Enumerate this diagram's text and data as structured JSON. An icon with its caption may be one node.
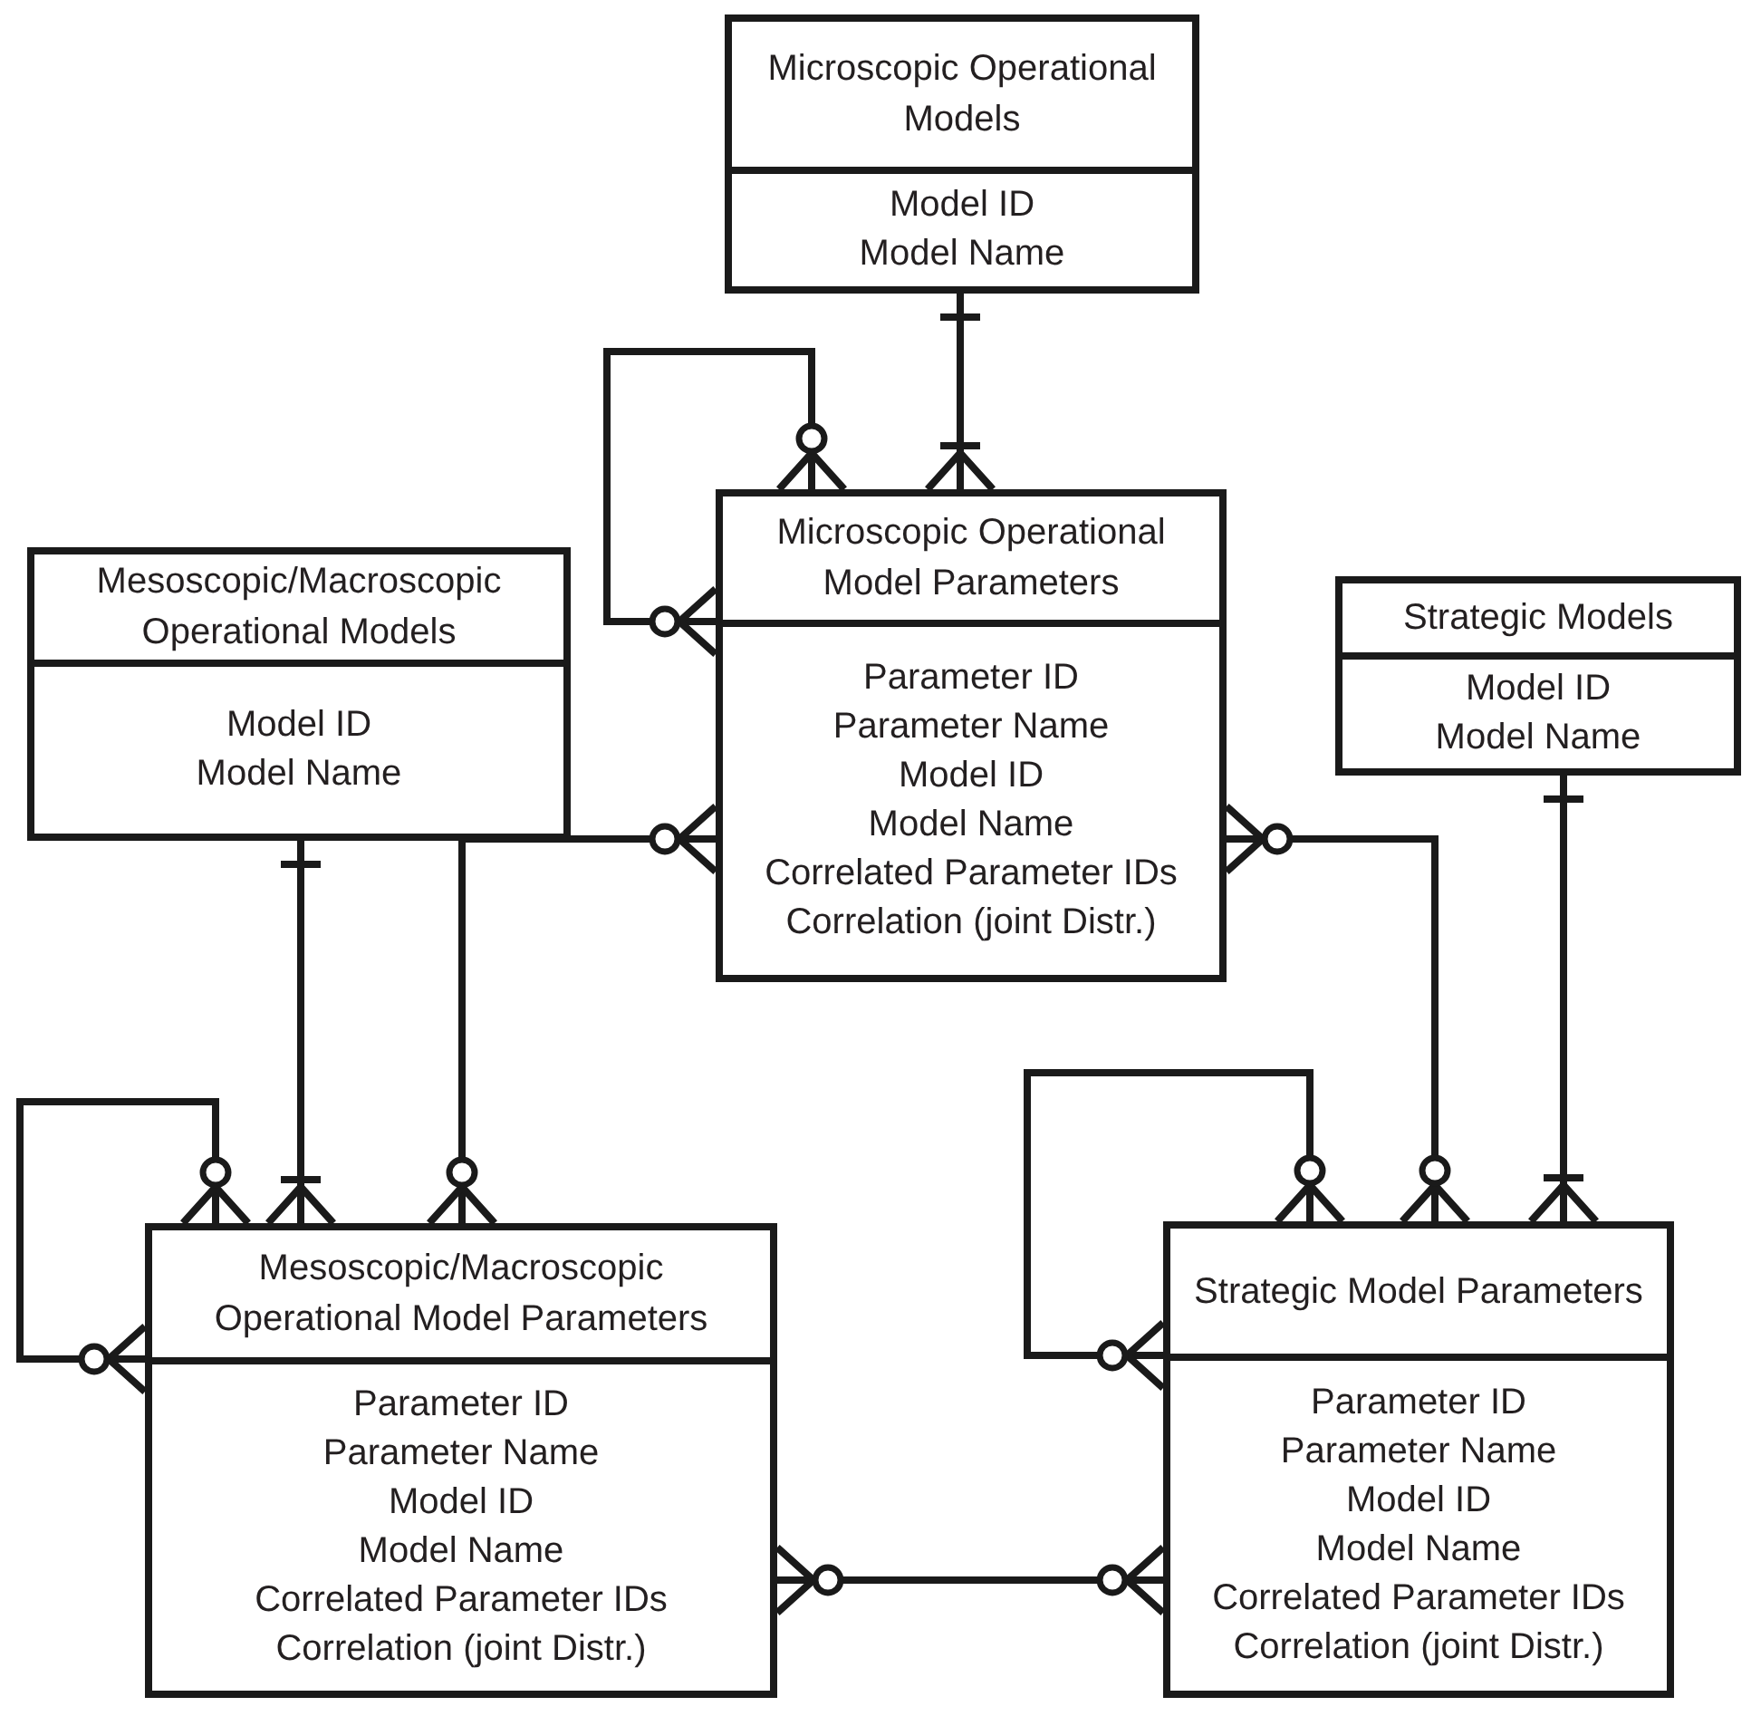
{
  "diagram": {
    "nodes": [
      {
        "text": [
          "Microscopic Operational Models",
          "Model ID",
          "Model Name"
        ]
      },
      {
        "text": [
          "Microscopic Operational Model Parameters",
          "Parameter ID",
          "Parameter Name",
          "Model ID",
          "Model Name",
          "Correlated Parameter IDs",
          "Correlation (joint Distr.)"
        ]
      },
      {
        "text": [
          "Mesoscopic/Macroscopic Operational Models",
          "Model ID",
          "Model Name"
        ]
      },
      {
        "text": [
          "Strategic Models",
          "Model ID",
          "Model Name"
        ]
      },
      {
        "text": [
          "Mesoscopic/Macroscopic Operational Model Parameters",
          "Parameter ID",
          "Parameter Name",
          "Model ID",
          "Model Name",
          "Correlated Parameter IDs",
          "Correlation (joint Distr.)"
        ]
      },
      {
        "text": [
          "Strategic Model Parameters",
          "Parameter ID",
          "Parameter Name",
          "Model ID",
          "Model Name",
          "Correlated Parameter IDs",
          "Correlation (joint Distr.)"
        ]
      }
    ],
    "edges": [
      {
        "from": 0,
        "to": 1,
        "arrow": "other"
      },
      {
        "from": 1,
        "to": 1,
        "arrow": "other"
      },
      {
        "from": 2,
        "to": 4,
        "arrow": "other"
      },
      {
        "from": 4,
        "to": 4,
        "arrow": "other"
      },
      {
        "from": 1,
        "to": 4,
        "arrow": "other"
      },
      {
        "from": 1,
        "to": 5,
        "arrow": "other"
      },
      {
        "from": 3,
        "to": 5,
        "arrow": "other"
      },
      {
        "from": 5,
        "to": 5,
        "arrow": "other"
      },
      {
        "from": 4,
        "to": 5,
        "arrow": "other"
      }
    ]
  }
}
